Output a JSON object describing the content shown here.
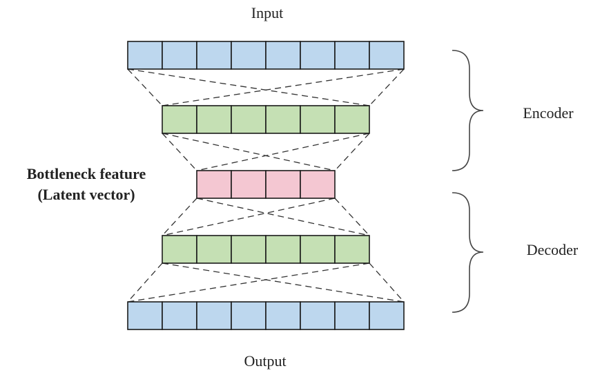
{
  "labels": {
    "input": "Input",
    "output": "Output",
    "encoder": "Encoder",
    "decoder": "Decoder",
    "bottleneck_line1": "Bottleneck feature",
    "bottleneck_line2": "(Latent vector)"
  },
  "layers": [
    {
      "name": "input-layer",
      "cells": 8,
      "color": "#bdd7ee"
    },
    {
      "name": "encoder-hidden-layer",
      "cells": 6,
      "color": "#c5e0b4"
    },
    {
      "name": "bottleneck-layer",
      "cells": 4,
      "color": "#f4c7d2"
    },
    {
      "name": "decoder-hidden-layer",
      "cells": 6,
      "color": "#c5e0b4"
    },
    {
      "name": "output-layer",
      "cells": 8,
      "color": "#bdd7ee"
    }
  ]
}
